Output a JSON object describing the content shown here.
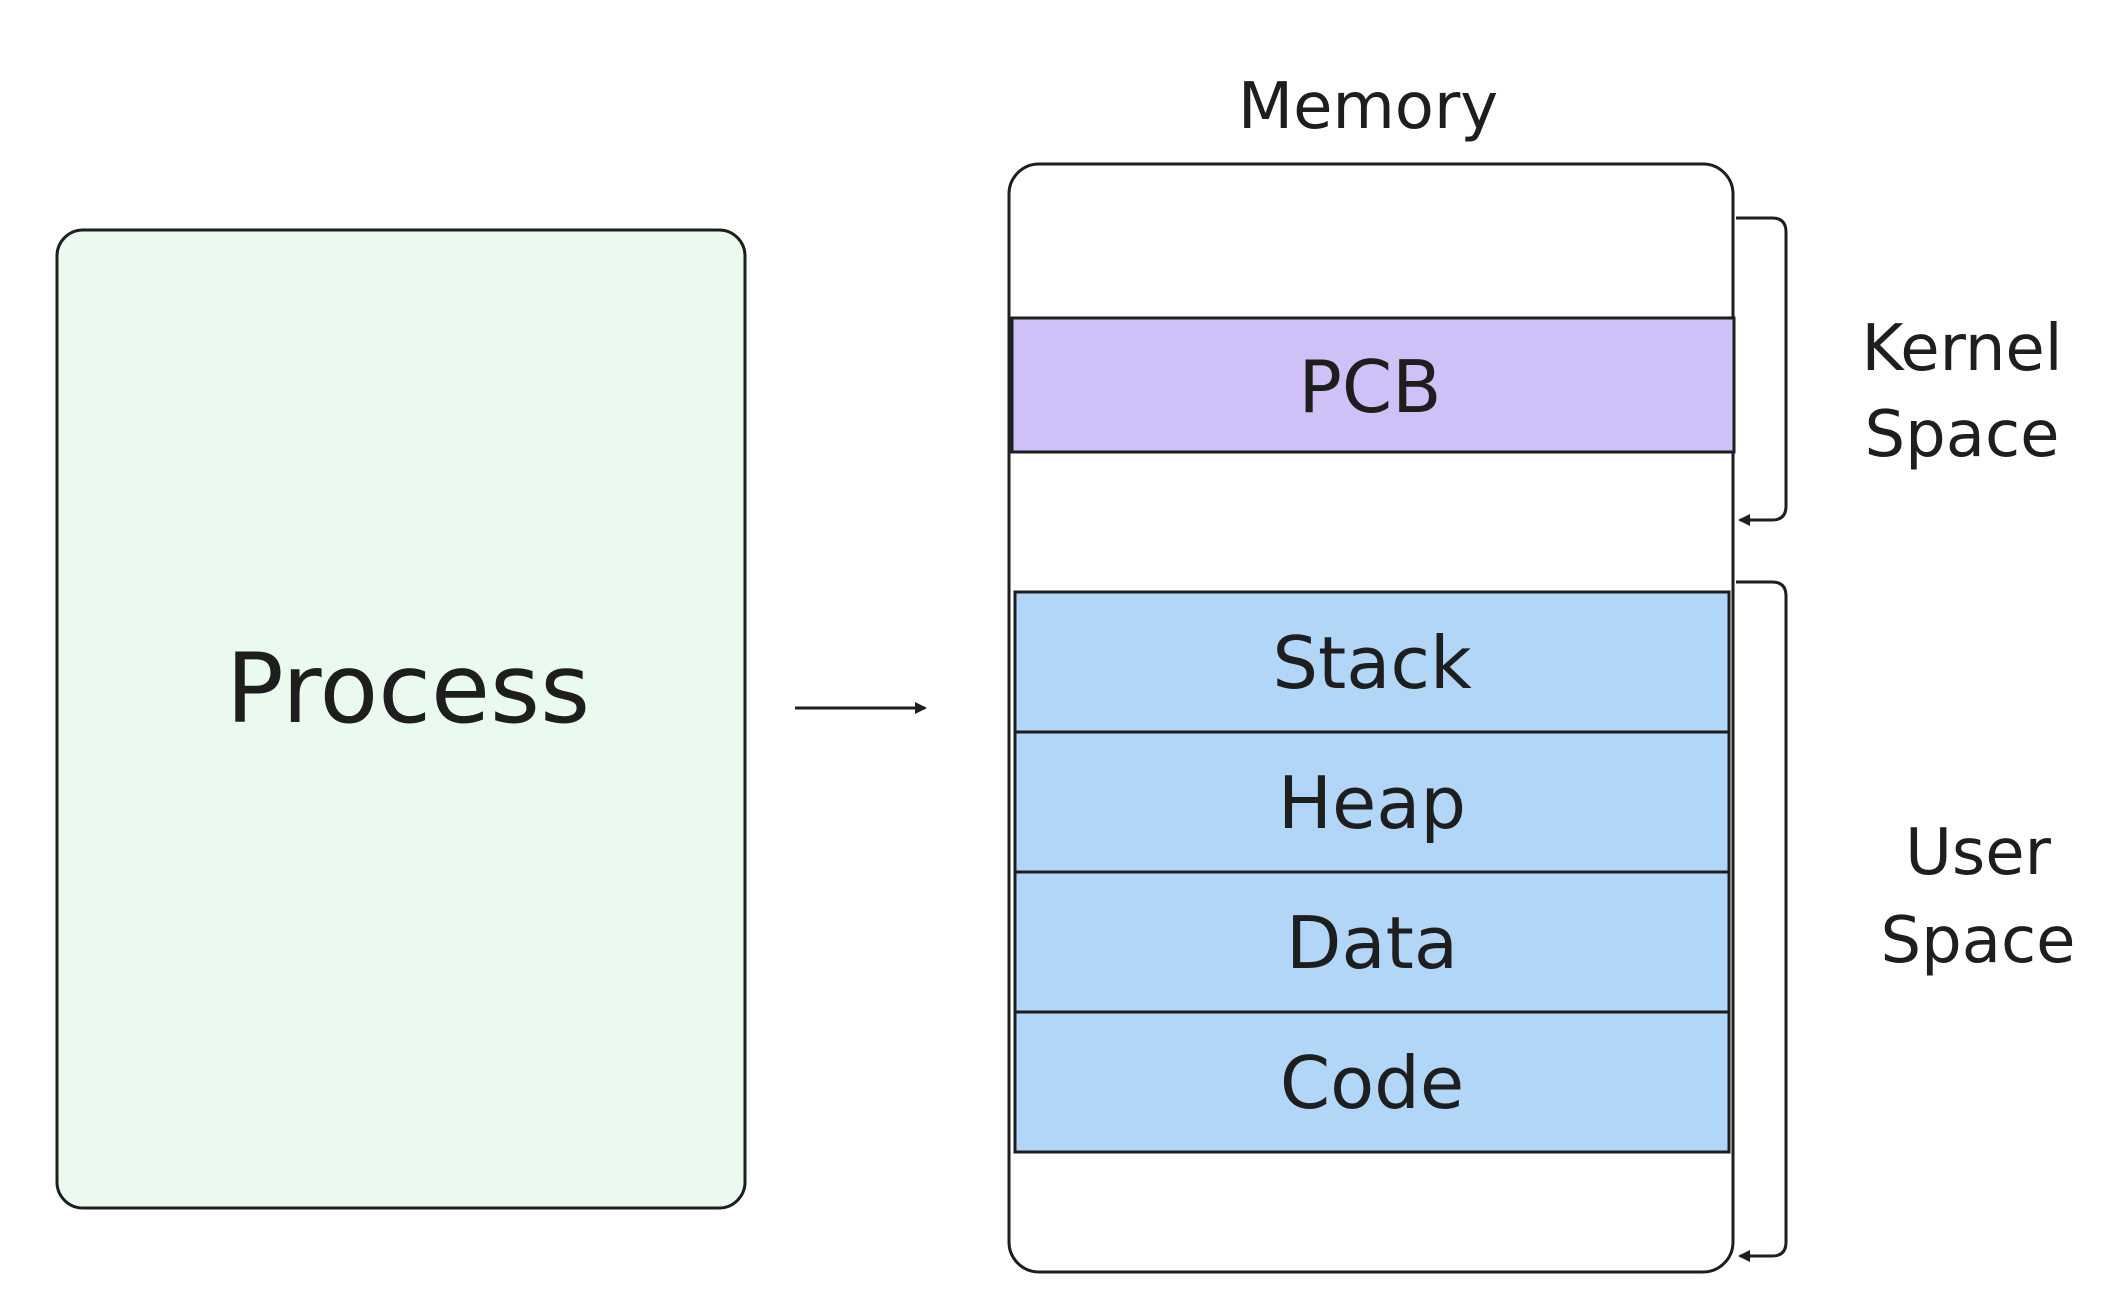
{
  "process": {
    "label": "Process",
    "fill": "#ebfaee"
  },
  "memory": {
    "title": "Memory",
    "pcb": {
      "label": "PCB",
      "fill": "#d0c0f8"
    },
    "segments": [
      {
        "label": "Stack"
      },
      {
        "label": "Heap"
      },
      {
        "label": "Data"
      },
      {
        "label": "Code"
      }
    ],
    "segment_fill": "#b1d6f8"
  },
  "regions": {
    "kernel": {
      "line1": "Kernel",
      "line2": "Space"
    },
    "user": {
      "line1": "User",
      "line2": "Space"
    }
  },
  "stroke_color": "#1e1e1e"
}
